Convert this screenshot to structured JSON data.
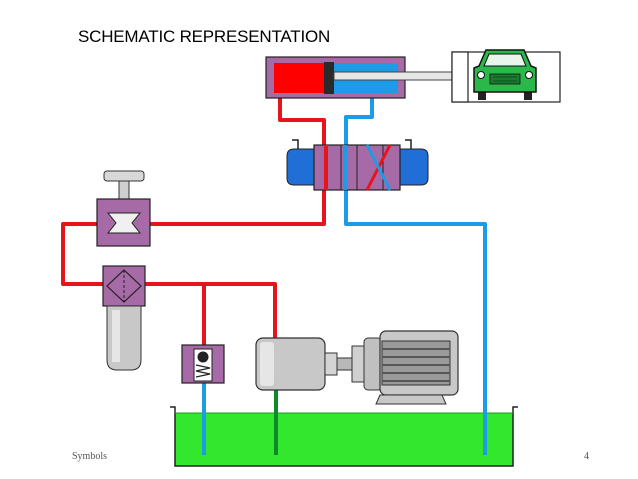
{
  "slide": {
    "title": "SCHEMATIC REPRESENTATION",
    "footer_label": "Symbols",
    "page_number": "4"
  },
  "colors": {
    "pressure_line": "#e8141c",
    "return_line": "#1e9be6",
    "suction_line": "#0f8a2a",
    "oil": "#33e62e",
    "valve_body": "#a66aa6",
    "actuator_blue": "#1f6fd6",
    "car_body": "#2bb84a",
    "motor_grey": "#c8c8c8"
  },
  "icons": {
    "cylinder": "double-acting-cylinder-icon",
    "load": "car-icon",
    "directional_valve": "directional-control-valve-icon",
    "pressure_control": "pressure-control-valve-icon",
    "filter": "filter-icon",
    "check_valve": "relief-valve-icon",
    "pump": "pump-icon",
    "motor": "electric-motor-icon",
    "reservoir": "oil-tank-icon"
  }
}
